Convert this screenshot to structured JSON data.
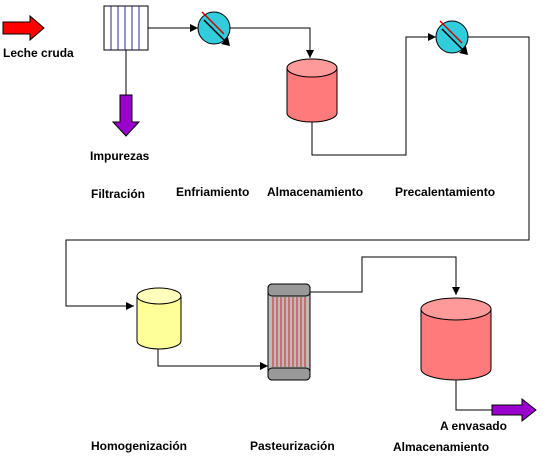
{
  "labels": {
    "input": "Leche cruda",
    "impurities": "Impurezas",
    "filtration": "Filtración",
    "cooling": "Enfriamiento",
    "storage_1": "Almacenamiento",
    "preheating": "Precalentamiento",
    "homogenization": "Homogenización",
    "pasteurization": "Pasteurización",
    "storage_2": "Almacenamiento",
    "output": "A envasado"
  },
  "colors": {
    "input_arrow": "#ff0000",
    "output_arrow": "#9900cc",
    "impurities_arrow": "#9900cc",
    "heat_exchanger": "#33ccdd",
    "storage_tank": "#ff7a7a",
    "homogenizer": "#ffff99",
    "pasteurizer_body": "#bbbbbb",
    "pasteurizer_tubes": "#dd2222"
  }
}
